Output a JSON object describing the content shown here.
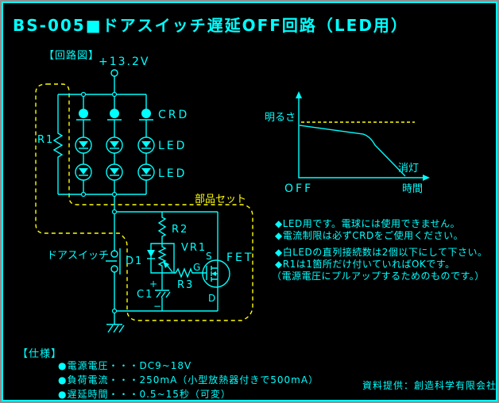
{
  "window": {
    "title": "BS-005■ドアスイッチ遅延OFF回路（LED用）"
  },
  "colors": {
    "background": "#000000",
    "accent": "#00ffff",
    "highlight": "#ffff00",
    "border": "#8f8f8f"
  },
  "circuit": {
    "section_label": "【回路図】",
    "supply_voltage": "+13.2V",
    "crd_label": "CRD",
    "led_row1_label": "LED",
    "led_row2_label": "LED",
    "r1": "R1",
    "r2": "R2",
    "r3": "R3",
    "vr1": "VR1",
    "d1": "D1",
    "c1": "C1",
    "fet": "FET",
    "fet_source": "S",
    "fet_gate": "G",
    "fet_drain": "D",
    "cap_plus": "+",
    "cap_minus": "−",
    "door_switch_label": "ドアスイッチ",
    "parts_set_label": "部品セット"
  },
  "graph": {
    "y_axis_label": "明るさ",
    "x_axis_label": "時間",
    "origin_label": "OFF",
    "turn_off_label": "消灯"
  },
  "notes": [
    "◆LED用です。電球には使用できません。",
    "◆電流制限は必ずCRDをご使用ください。",
    "◆白LEDの直列接続数は2個以下にして下さい。",
    "◆R1は1箇所だけ付いていればOKです。",
    "（電源電圧にプルアップするためのものです。）"
  ],
  "specs": {
    "section_label": "【仕様】",
    "items": [
      "●電源電圧・・・DC9~18V",
      "●負荷電流・・・250mA（小型放熱器付きで500mA）",
      "●遅延時間・・・0.5~15秒（可変）"
    ]
  },
  "credit": "資料提供：創造科学有限会社"
}
